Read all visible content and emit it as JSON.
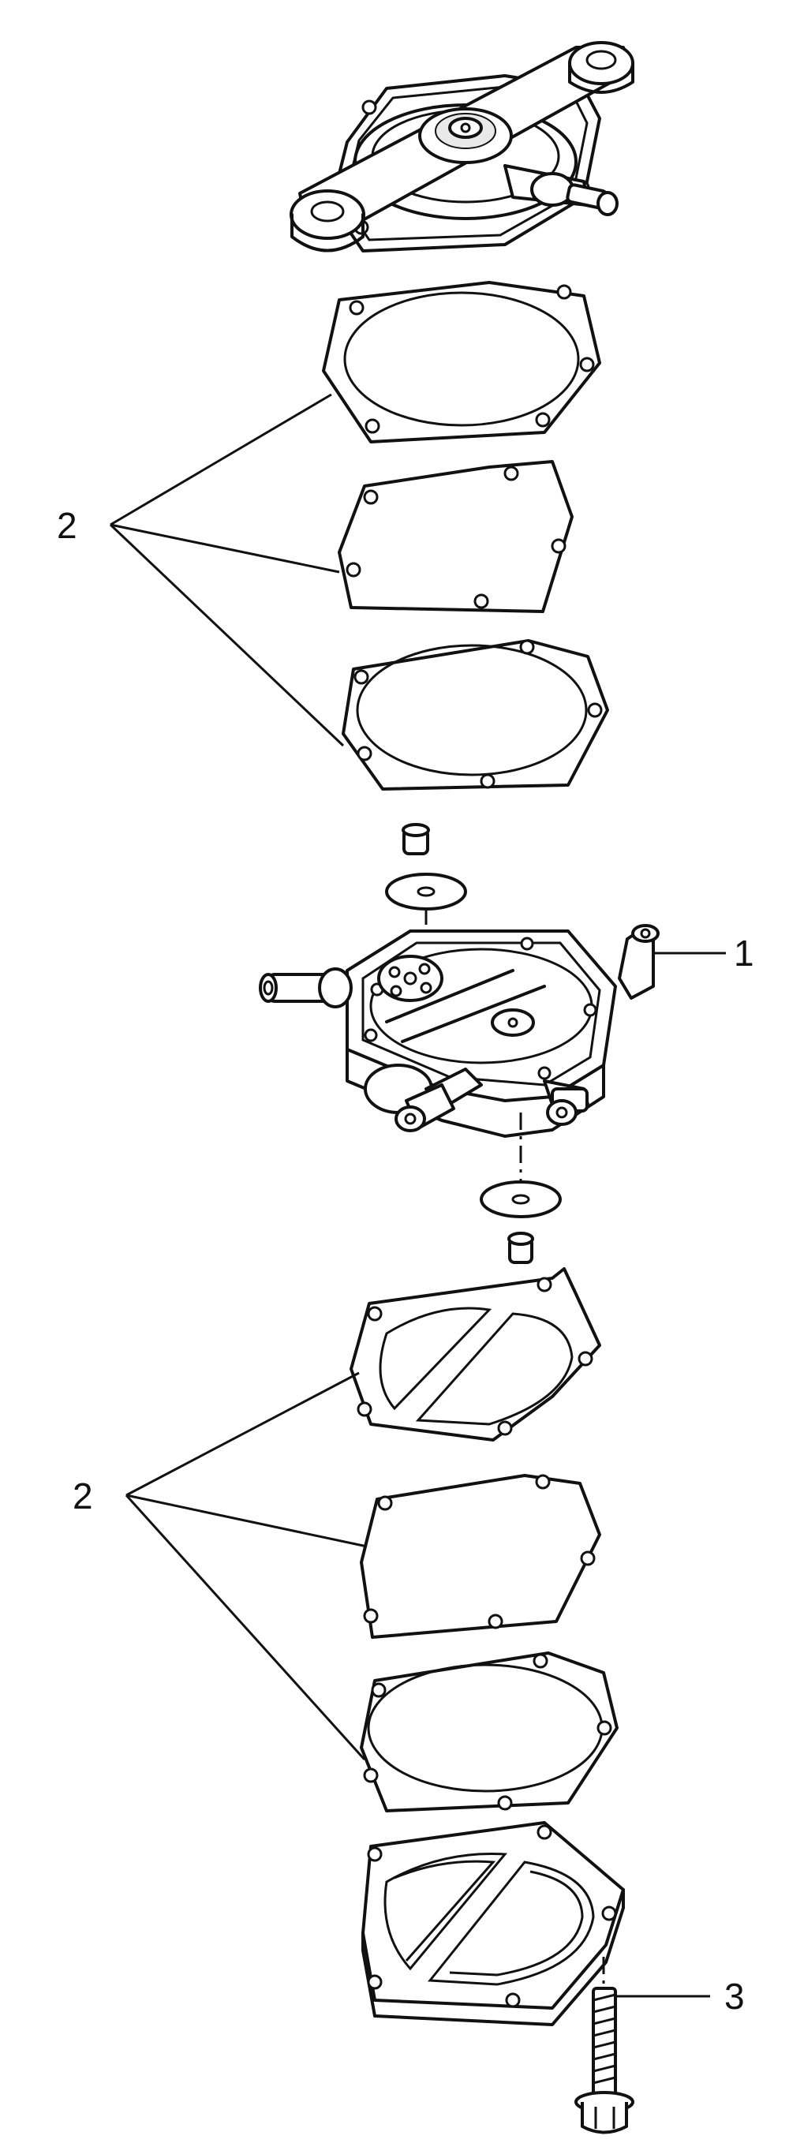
{
  "callouts": {
    "part_1": "1",
    "part_2_upper": "2",
    "part_2_lower": "2",
    "part_3": "3"
  }
}
